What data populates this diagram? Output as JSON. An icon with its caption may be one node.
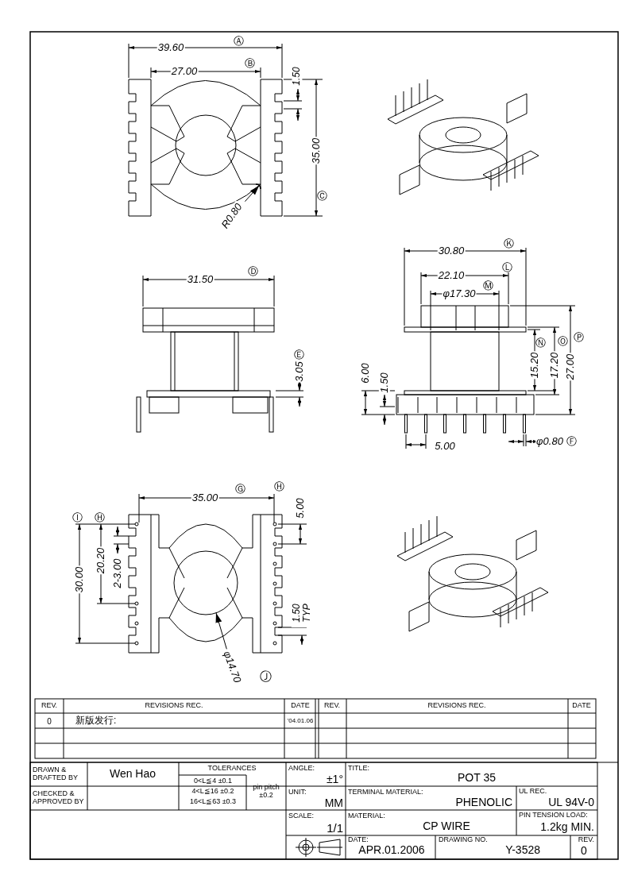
{
  "diagram": {
    "nodes": [
      {
        "text": [
          "R0.80"
        ]
      },
      {
        "text": [
          "φ14.70"
        ]
      },
      {
        "text": [],
        "shape": "arc"
      },
      {
        "text": [],
        "shape": "circle"
      }
    ],
    "edges": [
      {
        "from": 0,
        "to": 2,
        "arrow": "to"
      },
      {
        "from": 1,
        "to": 3,
        "arrow": "to"
      }
    ],
    "labels": [
      "39.60",
      "Ⓐ",
      "27.00",
      "Ⓑ",
      "1.50",
      "35.00",
      "Ⓒ",
      "30.80",
      "Ⓚ",
      "22.10",
      "Ⓛ",
      "φ17.30",
      "Ⓜ",
      "31.50",
      "Ⓓ",
      "15.20",
      "Ⓝ",
      "17.20",
      "Ⓞ",
      "27.00",
      "Ⓟ",
      "3.05",
      "Ⓔ",
      "6.00",
      "1.50",
      "5.00",
      "φ0.80",
      "Ⓕ",
      "35.00",
      "Ⓖ",
      "Ⓗ",
      "5.00",
      "Ⓘ",
      "Ⓗ",
      "30.00",
      "20.20",
      "2-3.00",
      "1.50 TYP",
      "Ⓙ",
      "REV.",
      "REVISIONS REC.",
      "DATE",
      "REV.",
      "REVISIONS REC.",
      "DATE",
      "0",
      "新版发行:",
      "'04.01.06",
      "DRAWN & DRAFTED BY",
      "Wen Hao",
      "TOLERANCES",
      "0<L≦4 ±0.1",
      "4<L≦16 ±0.2",
      "16<L≦63 ±0.3",
      "pin pitch ±0.2",
      "ANGLE:",
      "±1°",
      "TITLE:",
      "POT 35",
      "CHECKED & APPROVED BY",
      "UNIT:",
      "MM",
      "TERMINAL MATERIAL:",
      "PHENOLIC",
      "UL REC.",
      "UL 94V-0",
      "SCALE:",
      "1/1",
      "MATERIAL:",
      "CP WIRE",
      "PIN TENSION LOAD:",
      "1.2kg MIN.",
      "DATE:",
      "APR.01.2006",
      "DRAWING NO.",
      "Y-3528",
      "REV.",
      "0"
    ]
  }
}
